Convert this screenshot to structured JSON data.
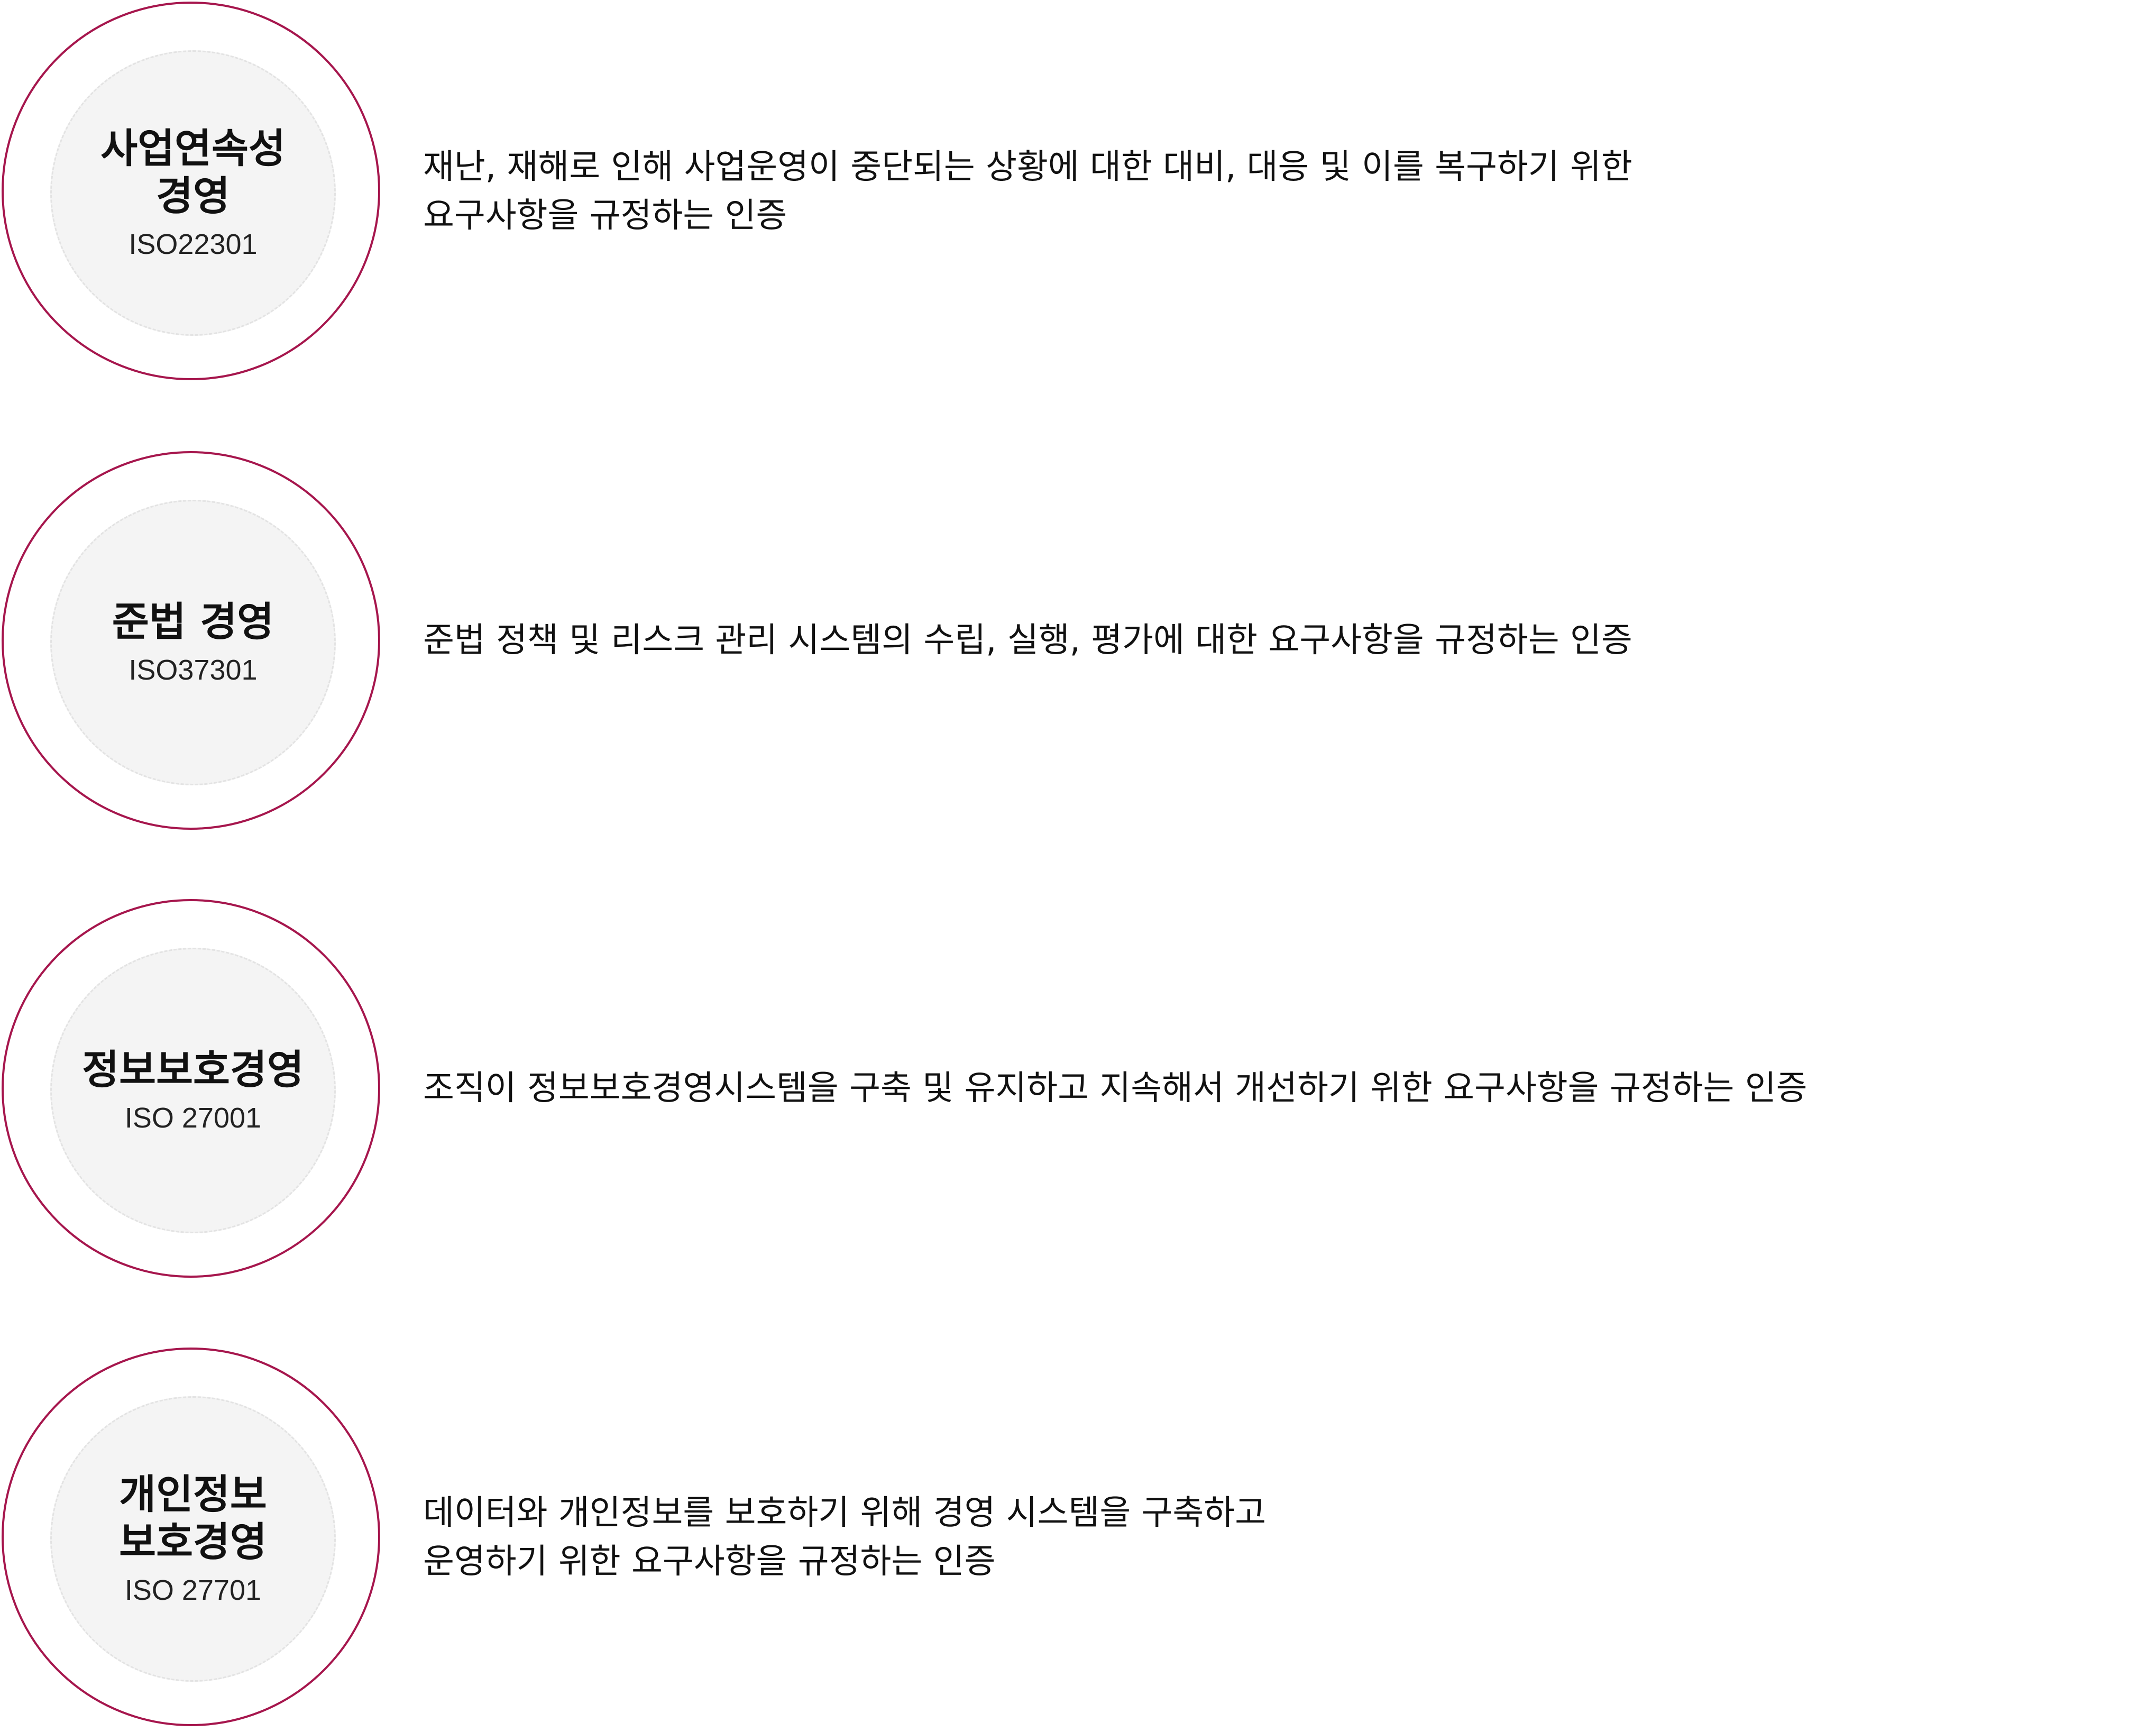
{
  "certifications": [
    {
      "name_lines": [
        "사업연속성",
        "경영"
      ],
      "code": "ISO22301",
      "description_lines": [
        "재난, 재해로 인해 사업운영이 중단되는 상황에 대한 대비, 대응 및 이를 복구하기 위한",
        "요구사항을 규정하는 인증"
      ]
    },
    {
      "name_lines": [
        "준법 경영"
      ],
      "code": "ISO37301",
      "description_lines": [
        "준법 정책 및 리스크 관리 시스템의 수립, 실행, 평가에 대한 요구사항을 규정하는 인증"
      ]
    },
    {
      "name_lines": [
        "정보보호경영"
      ],
      "code": "ISO 27001",
      "description_lines": [
        "조직이 정보보호경영시스템을 구축 및 유지하고 지속해서 개선하기 위한 요구사항을 규정하는 인증"
      ]
    },
    {
      "name_lines": [
        "개인정보",
        "보호경영"
      ],
      "code": "ISO 27701",
      "description_lines": [
        "데이터와 개인정보를 보호하기 위해 경영 시스템을 구축하고",
        "운영하기 위한 요구사항을 규정하는 인증"
      ]
    }
  ],
  "colors": {
    "ring": "#a6164d",
    "disc": "#f4f4f4",
    "text": "#111111"
  }
}
